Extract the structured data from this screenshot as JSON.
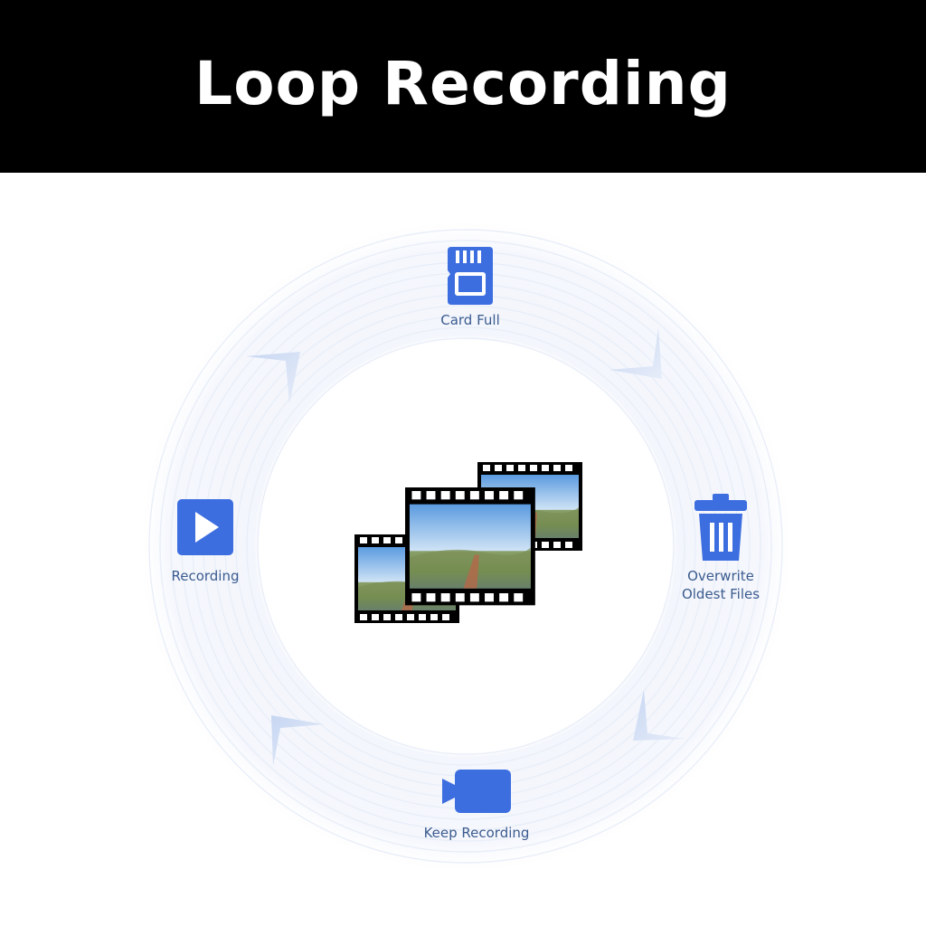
{
  "header": {
    "title": "Loop Recording"
  },
  "cycle": {
    "steps": [
      {
        "label": "Card Full",
        "icon": "sd-card-icon"
      },
      {
        "label_line1": "Overwrite",
        "label_line2": "Oldest Files",
        "icon": "trash-icon"
      },
      {
        "label": "Keep Recording",
        "icon": "video-camera-icon"
      },
      {
        "label": "Recording",
        "icon": "play-icon"
      }
    ],
    "center_icon": "film-strips-icon"
  },
  "colors": {
    "banner_bg": "#000000",
    "banner_text": "#ffffff",
    "accent": "#3d6ee0",
    "label_text": "#3b5b8f",
    "ring": "#eef2fa"
  }
}
